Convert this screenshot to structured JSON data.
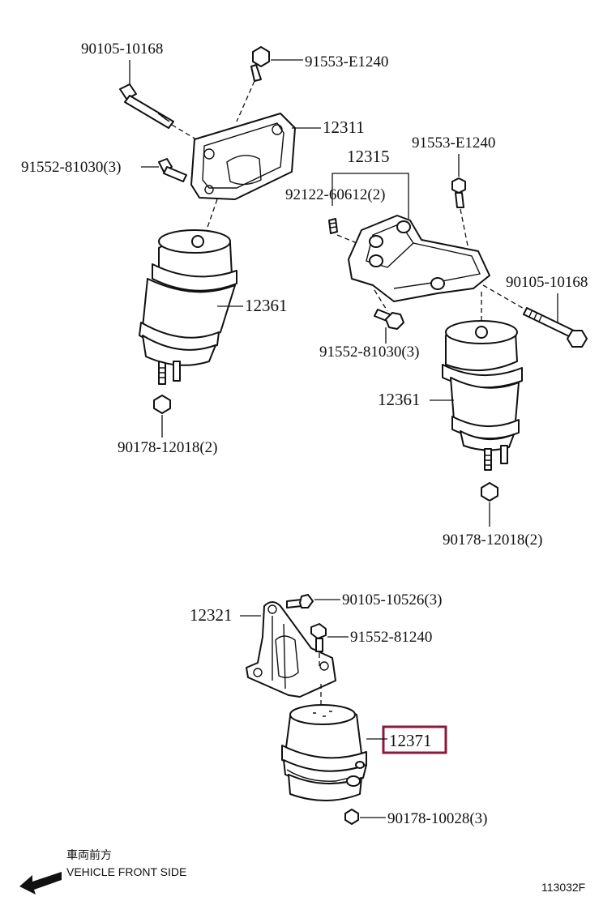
{
  "diagram": {
    "labels": {
      "bolt_top_left": "90105-10168",
      "bolt_top_center": "91553-E1240",
      "bracket_left": "12311",
      "bolt_left": "91552-81030(3)",
      "bracket_right": "12315",
      "bolt_right_top": "91553-E1240",
      "stud_right": "92122-60612(2)",
      "bolt_right_long": "90105-10168",
      "bolt_right_mid": "91552-81030(3)",
      "mount_left": "12361",
      "nut_left": "90178-12018(2)",
      "mount_right": "12361",
      "nut_right": "90178-12018(2)",
      "bracket_lower": "12321",
      "bolt_lower_top": "90105-10526(3)",
      "bolt_lower_mid": "91552-81240",
      "mount_lower": "12371",
      "nut_lower": "90178-10028(3)"
    },
    "legend": {
      "japanese": "車両前方",
      "english": "VEHICLE FRONT SIDE"
    },
    "code": "113032F",
    "highlight_color": "#8b1a3a"
  }
}
